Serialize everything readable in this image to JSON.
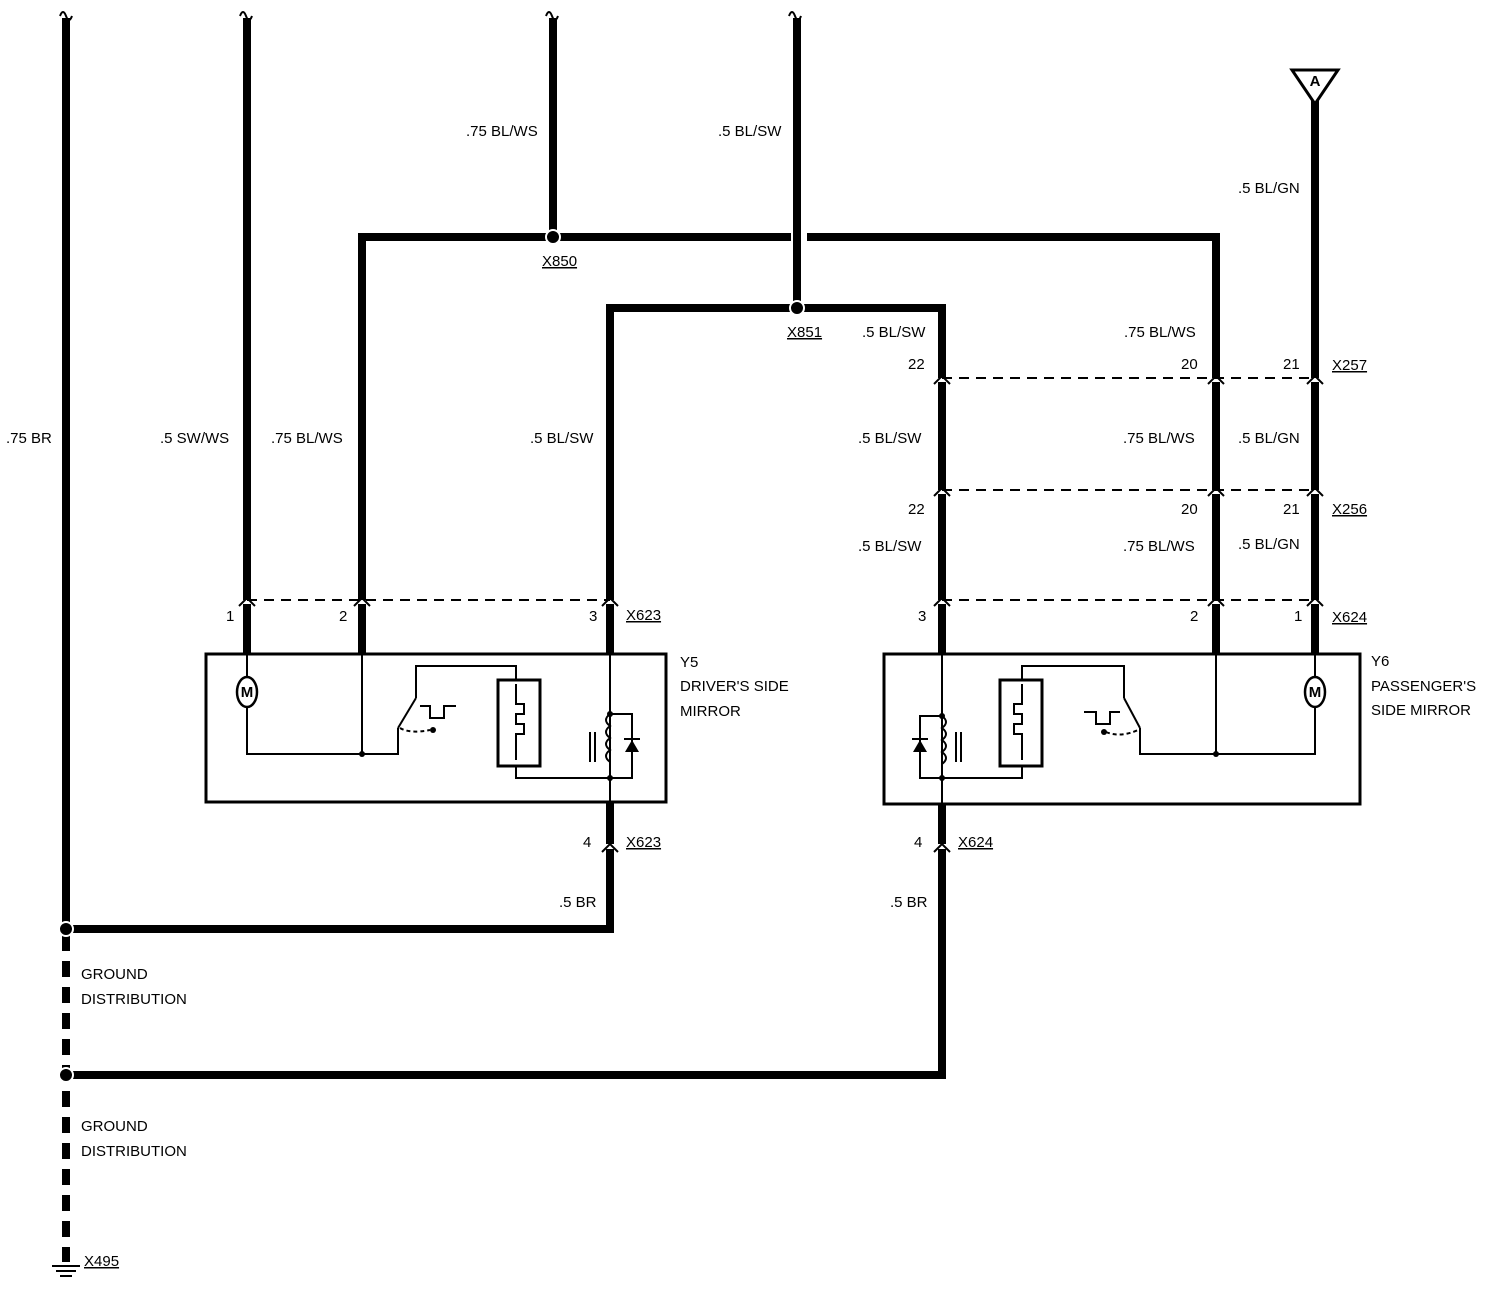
{
  "wires": {
    "ground_main": ".75 BR",
    "driver_pin1": ".5 SW/WS",
    "driver_pin2": ".75 BL/WS",
    "driver_pin3": ".5 BL/SW",
    "top_blws": ".75 BL/WS",
    "top_blsw": ".5 BL/SW",
    "top_blgn": ".5 BL/GN",
    "pass_top_blsw": ".5 BL/SW",
    "pass_top_blws": ".75  BL/WS",
    "pass_mid_blsw": ".5 BL/SW",
    "pass_mid_blws": ".75 BL/WS",
    "pass_mid_blgn": ".5 BL/GN",
    "pass_low_blsw": ".5 BL/SW",
    "pass_low_blws": ".75 BL/WS",
    "pass_low_blgn": ".5 BL/GN",
    "driver_ground": ".5 BR",
    "pass_ground": ".5 BR"
  },
  "connectors": {
    "x850": "X850",
    "x851": "X851",
    "x257": "X257",
    "x256": "X256",
    "x623_top": "X623",
    "x624_top": "X624",
    "x623_bot": "X623",
    "x624_bot": "X624",
    "x495": "X495"
  },
  "pins": {
    "x257": [
      "22",
      "20",
      "21"
    ],
    "x256": [
      "22",
      "20",
      "21"
    ],
    "driver": [
      "1",
      "2",
      "3",
      "4"
    ],
    "passenger": [
      "3",
      "2",
      "1",
      "4"
    ]
  },
  "components": {
    "y5_id": "Y5",
    "y5_line1": "DRIVER'S SIDE",
    "y5_line2": "MIRROR",
    "y6_id": "Y6",
    "y6_line1": "PASSENGER'S",
    "y6_line2": "SIDE MIRROR"
  },
  "ground": {
    "label1_line1": "GROUND",
    "label1_line2": "DISTRIBUTION",
    "label2_line1": "GROUND",
    "label2_line2": "DISTRIBUTION"
  },
  "offpage": {
    "symbol": "A"
  },
  "motor_symbol": "M"
}
